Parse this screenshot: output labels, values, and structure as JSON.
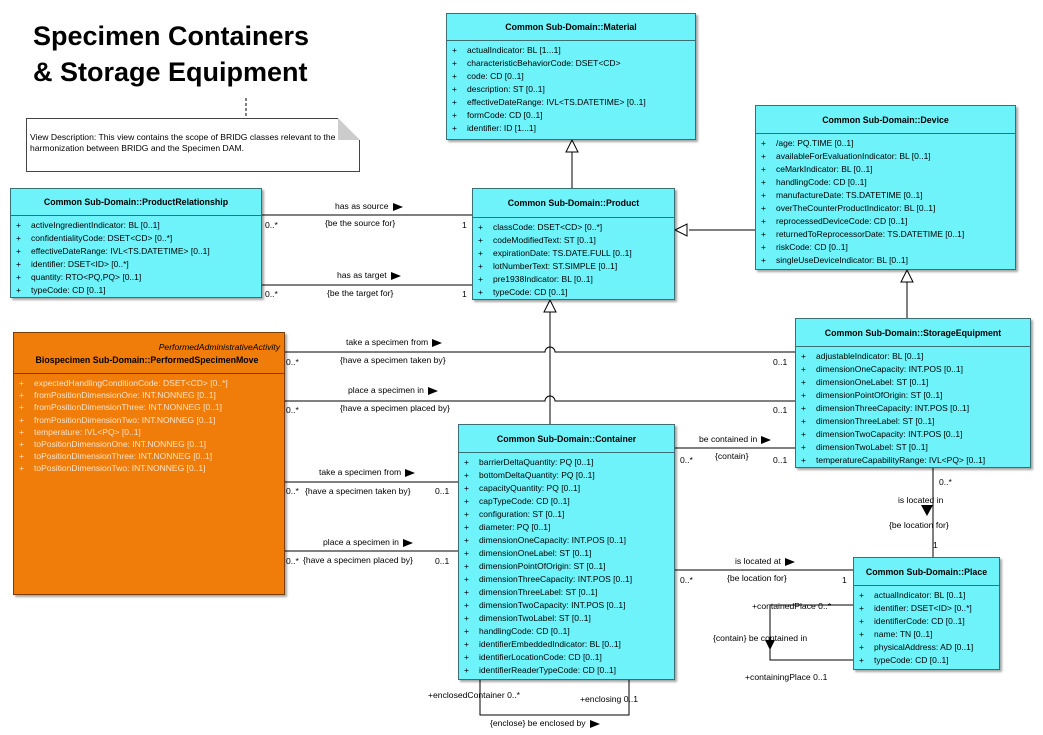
{
  "title_line1": "Specimen Containers",
  "title_line2": "& Storage Equipment",
  "note": "View Description:  This view contains the scope of BRIDG classes relevant to the harmonization between BRIDG and the Specimen DAM.",
  "classes": {
    "material": {
      "name": "Common Sub-Domain::Material",
      "attrs": [
        "actualIndicator: BL [1...1]",
        "characteristicBehaviorCode: DSET<CD>",
        "code: CD [0..1]",
        "description: ST [0..1]",
        "effectiveDateRange: IVL<TS.DATETIME> [0..1]",
        "formCode: CD [0..1]",
        "identifier: ID [1...1]"
      ]
    },
    "device": {
      "name": "Common Sub-Domain::Device",
      "attrs": [
        "/age: PQ.TIME [0..1]",
        "availableForEvaluationIndicator: BL [0..1]",
        "ceMarkIndicator: BL [0..1]",
        "handlingCode: CD [0..1]",
        "manufactureDate: TS.DATETIME [0..1]",
        "overTheCounterProductIndicator: BL [0..1]",
        "reprocessedDeviceCode: CD [0..1]",
        "returnedToReprocessorDate: TS.DATETIME [0..1]",
        "riskCode: CD [0..1]",
        "singleUseDeviceIndicator: BL [0..1]"
      ]
    },
    "productRelationship": {
      "name": "Common Sub-Domain::ProductRelationship",
      "attrs": [
        "activeIngredientIndicator: BL [0..1]",
        "confidentialityCode: DSET<CD> [0..*]",
        "effectiveDateRange: IVL<TS.DATETIME> [0..1]",
        "identifier: DSET<ID> [0..*]",
        "quantity: RTO<PQ,PQ> [0..1]",
        "typeCode: CD [0..1]"
      ]
    },
    "product": {
      "name": "Common Sub-Domain::Product",
      "attrs": [
        "classCode: DSET<CD> [0..*]",
        "codeModifiedText: ST [0..1]",
        "expirationDate: TS.DATE.FULL [0..1]",
        "lotNumberText: ST.SIMPLE [0..1]",
        "pre1938Indicator: BL [0..1]",
        "typeCode: CD [0..1]"
      ]
    },
    "performedSpecimenMove": {
      "stereotype": "PerformedAdministrativeActivity",
      "name": "Biospecimen Sub-Domain::PerformedSpecimenMove",
      "attrs": [
        "expectedHandlingConditionCode: DSET<CD> [0..*]",
        "fromPositionDimensionOne: INT.NONNEG [0..1]",
        "fromPositionDimensionThree: INT.NONNEG [0..1]",
        "fromPositionDimensionTwo: INT.NONNEG [0..1]",
        "temperature: IVL<PQ> [0..1]",
        "toPositionDimensionOne: INT.NONNEG [0..1]",
        "toPositionDimensionThree: INT.NONNEG [0..1]",
        "toPositionDimensionTwo: INT.NONNEG [0..1]"
      ]
    },
    "storageEquipment": {
      "name": "Common Sub-Domain::StorageEquipment",
      "attrs": [
        "adjustableIndicator: BL [0..1]",
        "dimensionOneCapacity: INT.POS [0..1]",
        "dimensionOneLabel: ST [0..1]",
        "dimensionPointOfOrigin: ST [0..1]",
        "dimensionThreeCapacity: INT.POS [0..1]",
        "dimensionThreeLabel: ST [0..1]",
        "dimensionTwoCapacity: INT.POS [0..1]",
        "dimensionTwoLabel: ST [0..1]",
        "temperatureCapabilityRange: IVL<PQ> [0..1]"
      ]
    },
    "container": {
      "name": "Common Sub-Domain::Container",
      "attrs": [
        "barrierDeltaQuantity: PQ [0..1]",
        "bottomDeltaQuantity: PQ [0..1]",
        "capacityQuantity: PQ [0..1]",
        "capTypeCode: CD [0..1]",
        "configuration: ST [0..1]",
        "diameter: PQ [0..1]",
        "dimensionOneCapacity: INT.POS [0..1]",
        "dimensionOneLabel: ST [0..1]",
        "dimensionPointOfOrigin: ST [0..1]",
        "dimensionThreeCapacity: INT.POS [0..1]",
        "dimensionThreeLabel: ST [0..1]",
        "dimensionTwoCapacity: INT.POS [0..1]",
        "dimensionTwoLabel: ST [0..1]",
        "handlingCode: CD [0..1]",
        "identifierEmbeddedIndicator: BL [0..1]",
        "identifierLocationCode: CD [0..1]",
        "identifierReaderTypeCode: CD [0..1]"
      ]
    },
    "place": {
      "name": "Common Sub-Domain::Place",
      "attrs": [
        "actualIndicator: BL [0..1]",
        "identifier: DSET<ID> [0..*]",
        "identifierCode: CD [0..1]",
        "name: TN [0..1]",
        "physicalAddress: AD [0..1]",
        "typeCode: CD [0..1]"
      ]
    }
  },
  "labels": {
    "has_source": "has as source",
    "be_source_for": "{be the source for}",
    "has_target": "has as target",
    "be_target_for": "{be the target for}",
    "m_0star": "0..*",
    "m_1": "1",
    "m_01": "0..1",
    "take_from": "take a specimen from",
    "have_taken_by": "{have a specimen taken by}",
    "place_in": "place a specimen in",
    "have_placed_by": "{have a specimen placed by}",
    "be_contained_in": "be contained in",
    "contain": "{contain}",
    "is_located_in": "is located in",
    "be_location_for": "{be location for}",
    "is_located_at": "is located at",
    "contained_place": "+containedPlace 0..*",
    "contain_be_contained_in": "{contain} be contained in",
    "containing_place": "+containingPlace 0..1",
    "enclosed_container": "+enclosedContainer 0..*",
    "enclosing": "+enclosing 0..1",
    "enclose": "{enclose} be enclosed by"
  }
}
